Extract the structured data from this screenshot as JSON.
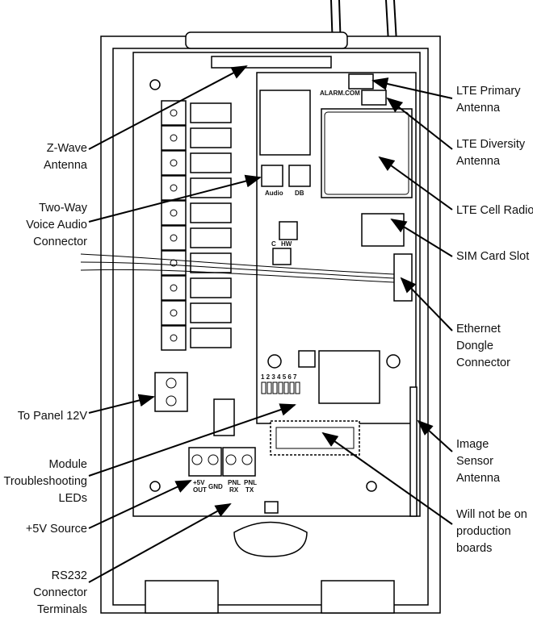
{
  "callouts_right": {
    "lte_primary": [
      "LTE Primary",
      "Antenna"
    ],
    "lte_diversity": [
      "LTE Diversity",
      "Antenna"
    ],
    "lte_radio": [
      "LTE Cell Radio"
    ],
    "sim": [
      "SIM Card Slot"
    ],
    "ethernet": [
      "Ethernet",
      "Dongle",
      "Connector"
    ],
    "image_sensor": [
      "Image",
      "Sensor",
      "Antenna"
    ],
    "not_production": [
      "Will not be on",
      "production",
      "boards"
    ]
  },
  "callouts_left": {
    "zwave": [
      "Z-Wave",
      "Antenna"
    ],
    "audio": [
      "Two-Way",
      "Voice Audio",
      "Connector"
    ],
    "panel12v": [
      "To Panel 12V"
    ],
    "leds": [
      "Module",
      "Troubleshooting",
      "LEDs"
    ],
    "plus5v": [
      "+5V Source"
    ],
    "rs232": [
      "RS232",
      "Connector",
      "Terminals"
    ]
  },
  "board_text": {
    "brand": "ALARM.COM",
    "audio": "Audio",
    "db": "DB",
    "c": "C",
    "hw": "HW",
    "led_numbers": "1 2 3 4 5 6 7",
    "t1": [
      "+5V",
      "OUT"
    ],
    "t2": "GND",
    "t3": [
      "PNL",
      "RX"
    ],
    "t4": [
      "PNL",
      "TX"
    ]
  }
}
